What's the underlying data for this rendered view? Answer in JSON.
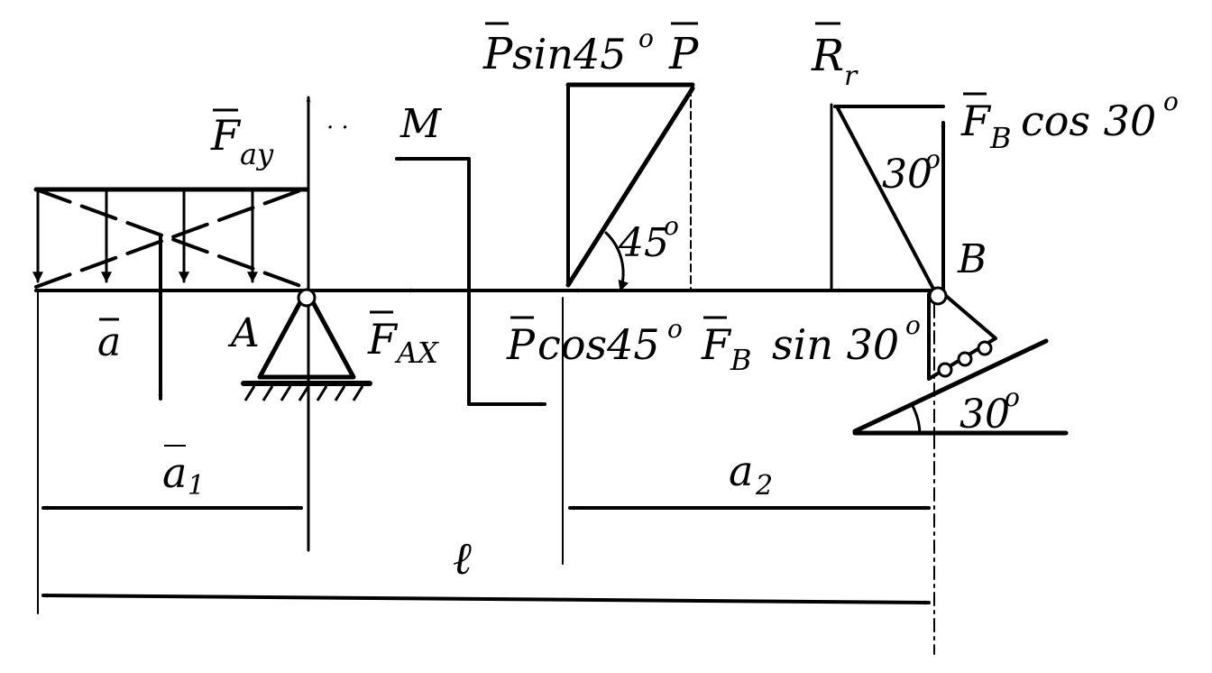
{
  "labels": {
    "fay": "F",
    "fay_sub": "ay",
    "m": "M",
    "psin_p": "P",
    "psin_rest": "sin45",
    "psin_deg": "o",
    "p_vec": "P",
    "rr": "R",
    "rr_sub": "r",
    "fbcos": "F",
    "fbcos_sub": "B",
    "fbcos_rest": "cos 30",
    "fbcos_deg": "o",
    "angle_30_top": "30",
    "angle_30_top_deg": "o",
    "angle_45": "45",
    "angle_45_deg": "o",
    "b_point": "B",
    "a_vec": "a",
    "a_point": "A",
    "fax": "F",
    "fax_sub": "AX",
    "pcos_p": "P",
    "pcos_rest": "cos45",
    "pcos_deg": "o",
    "fbsin": "F",
    "fbsin_sub": "B",
    "fbsin_rest": "sin 30",
    "fbsin_deg": "o",
    "angle_30_incline": "30",
    "angle_30_incline_deg": "o",
    "a1": "a",
    "a1_sub": "1",
    "a2": "a",
    "a2_sub": "2",
    "length": "ℓ"
  }
}
